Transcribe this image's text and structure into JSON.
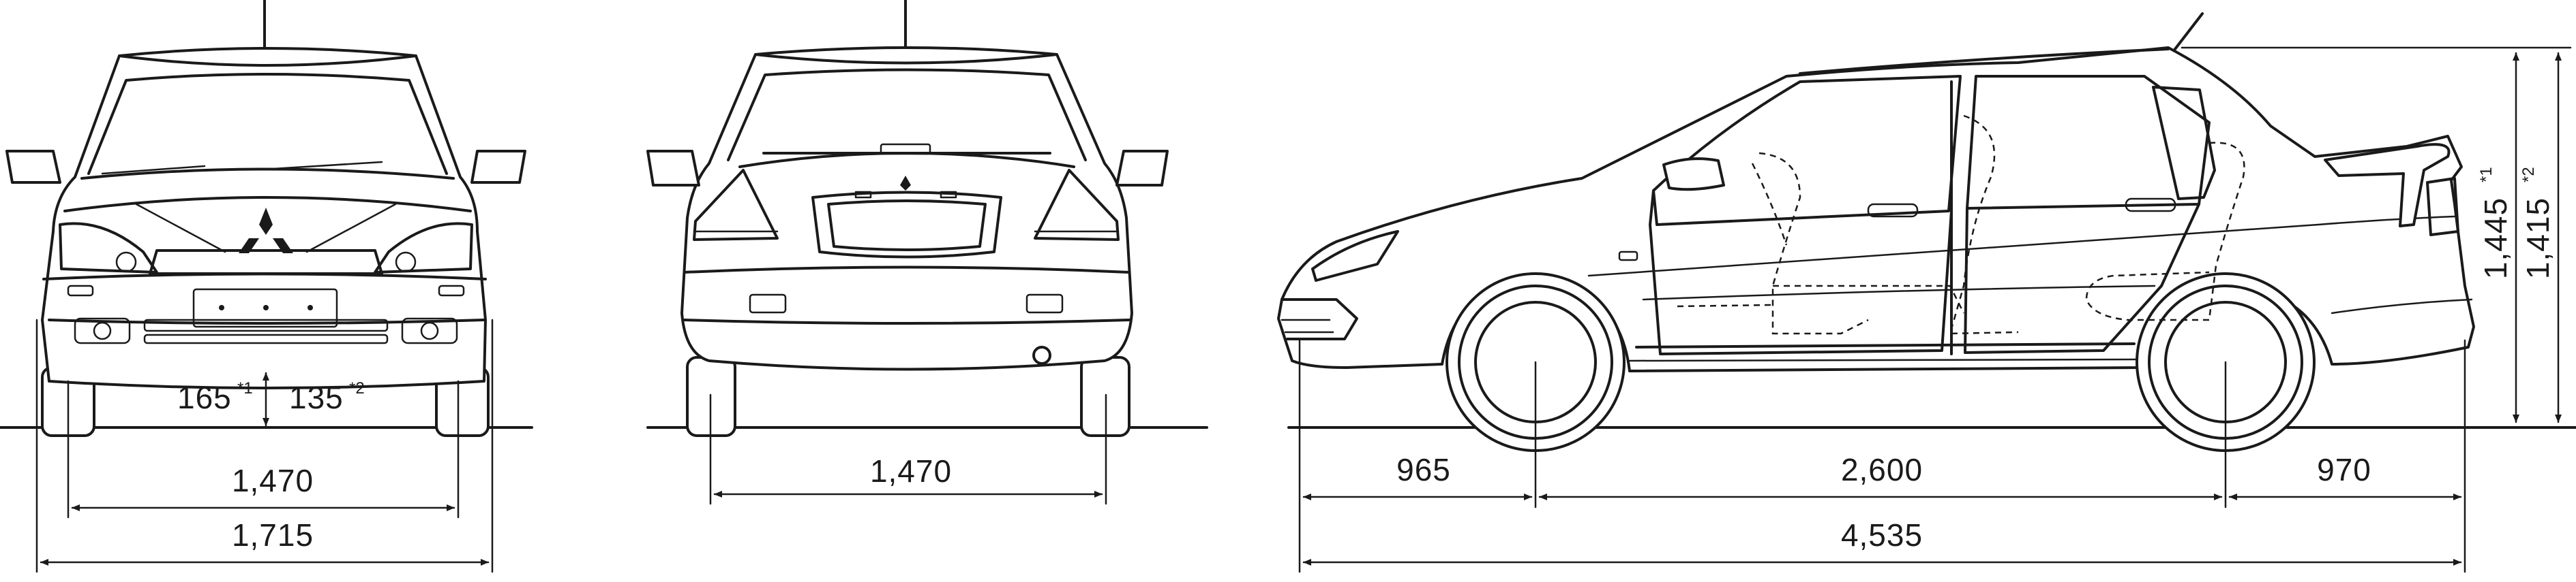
{
  "front_view": {
    "ground_clearance_1": "165",
    "ground_clearance_1_note": "*1",
    "ground_clearance_2": "135",
    "ground_clearance_2_note": "*2",
    "front_track": "1,470",
    "overall_width": "1,715"
  },
  "rear_view": {
    "rear_track": "1,470"
  },
  "side_view": {
    "front_overhang": "965",
    "wheelbase": "2,600",
    "rear_overhang": "970",
    "overall_length": "4,535",
    "height_1": "1,445",
    "height_1_note": "*1",
    "height_2": "1,415",
    "height_2_note": "*2"
  },
  "colors": {
    "ink": "#1a1a1a",
    "paper": "#ffffff"
  }
}
